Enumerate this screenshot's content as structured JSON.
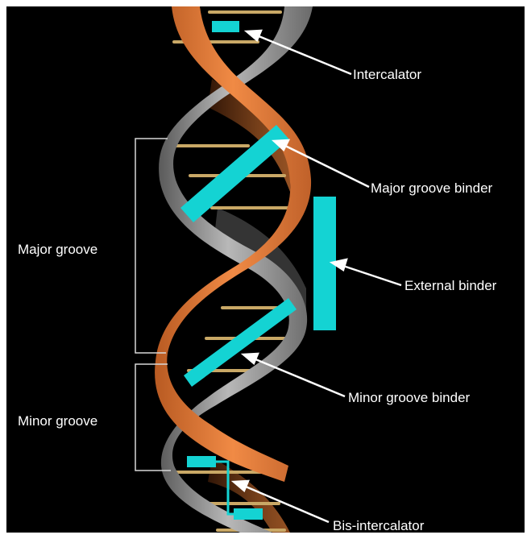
{
  "labels": {
    "intercalator": "Intercalator",
    "major_groove_binder": "Major groove binder",
    "external_binder": "External binder",
    "minor_groove_binder": "Minor groove binder",
    "bis_intercalator": "Bis-intercalator",
    "major_groove": "Major groove",
    "minor_groove": "Minor groove"
  },
  "colors": {
    "background": "#000000",
    "strand_orange": "#e8793a",
    "strand_gray": "#9a9a9a",
    "base_pair": "#c9a866",
    "binder": "#14d3d3",
    "label": "#ffffff",
    "bracket": "#d8d8d8"
  }
}
